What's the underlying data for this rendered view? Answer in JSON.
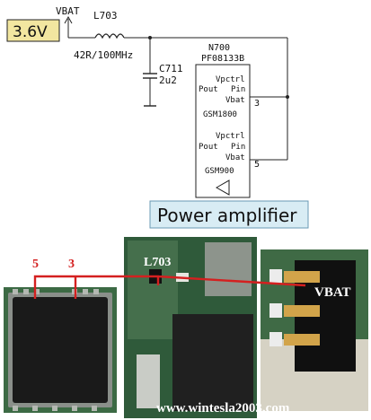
{
  "schematic": {
    "voltage": "3.6V",
    "vbat_label": "VBAT",
    "inductor_ref": "L703",
    "inductor_value": "42R/100MHz",
    "capacitor_ref": "C711",
    "capacitor_value": "2u2",
    "chip_ref": "N700",
    "chip_part": "PF08133B",
    "block1": {
      "vpctrl": "Vpctrl",
      "pout": "Pout",
      "pin": "Pin",
      "vbat": "Vbat",
      "band": "GSM1800",
      "pin_number": "3"
    },
    "block2": {
      "vpctrl": "Vpctrl",
      "pout": "Pout",
      "pin": "Pin",
      "vbat": "Vbat",
      "band": "GSM900",
      "pin_number": "5"
    },
    "title": "Power amplifier"
  },
  "photos": {
    "pin_label_left": "5",
    "pin_label_right": "3",
    "inductor_label": "L703",
    "vbat_label": "VBAT",
    "watermark": "www.wintesla2003.com"
  },
  "colors": {
    "wire": "#d42020",
    "voltage_box": "#f2e6a0",
    "title_box": "#d8ecf4",
    "pcb_green": "#3c6a44"
  }
}
